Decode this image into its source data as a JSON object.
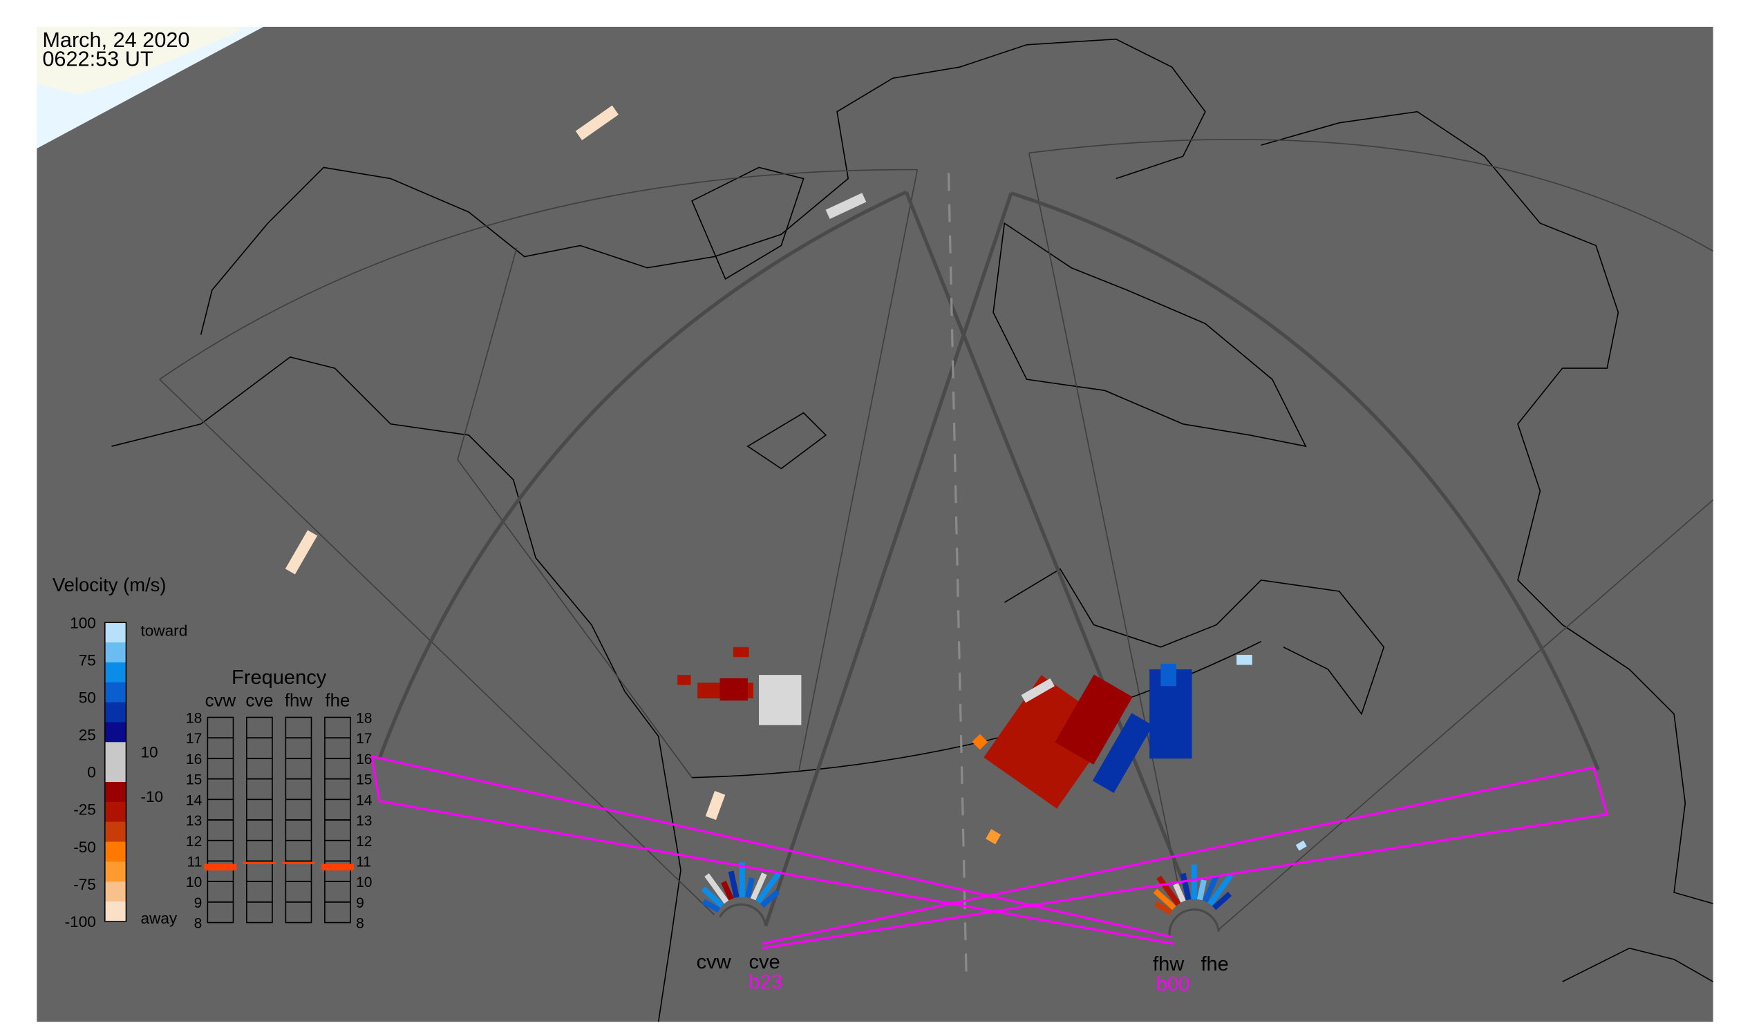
{
  "header": {
    "date": "March, 24 2020",
    "time": "0622:53 UT"
  },
  "colorbar": {
    "title": "Velocity (m/s)",
    "ticks": [
      "100",
      "75",
      "50",
      "25",
      "0",
      "-25",
      "-50",
      "-75",
      "-100"
    ],
    "toward_label": "toward",
    "away_label": "away",
    "inner_labels": [
      "10",
      "-10"
    ],
    "colors": [
      "#b8e0fa",
      "#6bbcf0",
      "#0a8ce8",
      "#0a5fd0",
      "#0532a8",
      "#0a0a8c",
      "#c8c8c8",
      "#c8c8c8",
      "#9a0000",
      "#b01200",
      "#c83c0a",
      "#ff7800",
      "#ff9a30",
      "#f8c08a",
      "#fbe0c8"
    ]
  },
  "frequency": {
    "title": "Frequency",
    "radars": [
      "cvw",
      "cve",
      "fhw",
      "fhe"
    ],
    "axis_ticks": [
      "18",
      "17",
      "16",
      "15",
      "14",
      "13",
      "12",
      "11",
      "10",
      "9",
      "8"
    ],
    "values_mhz": [
      10.7,
      10.9,
      10.9,
      10.7
    ],
    "highlight_color": "#ff4000"
  },
  "sites": [
    {
      "labels": [
        "cvw",
        "cve"
      ],
      "beam": "b23"
    },
    {
      "labels": [
        "fhw",
        "fhe"
      ],
      "beam": "b00"
    }
  ],
  "colors": {
    "panel": "#646464",
    "beam": "#ff00ff",
    "land_corner": "#f8f8ea",
    "water_corner": "#e8f6ff"
  }
}
